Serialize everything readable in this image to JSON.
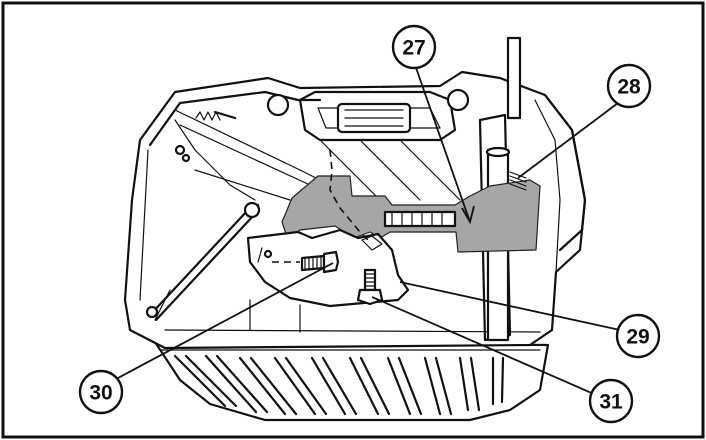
{
  "figure": {
    "callouts": [
      {
        "id": "27",
        "label": "27"
      },
      {
        "id": "28",
        "label": "28"
      },
      {
        "id": "29",
        "label": "29"
      },
      {
        "id": "30",
        "label": "30"
      },
      {
        "id": "31",
        "label": "31"
      }
    ]
  },
  "colors": {
    "border": "#111111",
    "highlight_part": "#a6a6a6",
    "background": "#ffffff"
  }
}
